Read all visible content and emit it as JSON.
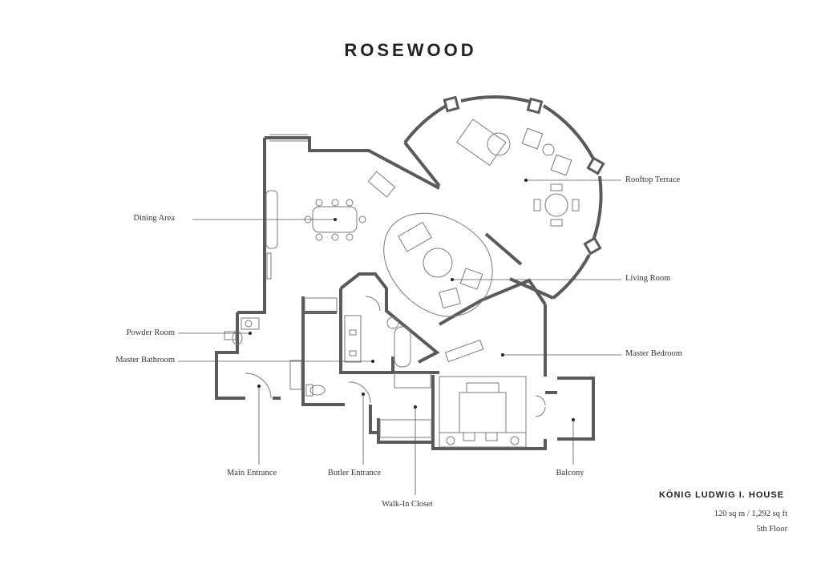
{
  "brand": "ROSEWOOD",
  "rooms": {
    "dining_area": "Dining Area",
    "powder_room": "Powder Room",
    "master_bathroom": "Master Bathroom",
    "main_entrance": "Main Entrance",
    "butler_entrance": "Butler Entrance",
    "walk_in_closet": "Walk-In Closet",
    "balcony": "Balcony",
    "rooftop_terrace": "Rooftop Terrace",
    "living_room": "Living Room",
    "master_bedroom": "Master Bedroom"
  },
  "house": {
    "name": "KÖNIG LUDWIG I. HOUSE",
    "area": "120 sq m / 1,292 sq ft",
    "floor": "5th Floor"
  },
  "colors": {
    "wall": "#5a5a5a",
    "furniture": "#7a7a7a",
    "leader": "#555555"
  }
}
